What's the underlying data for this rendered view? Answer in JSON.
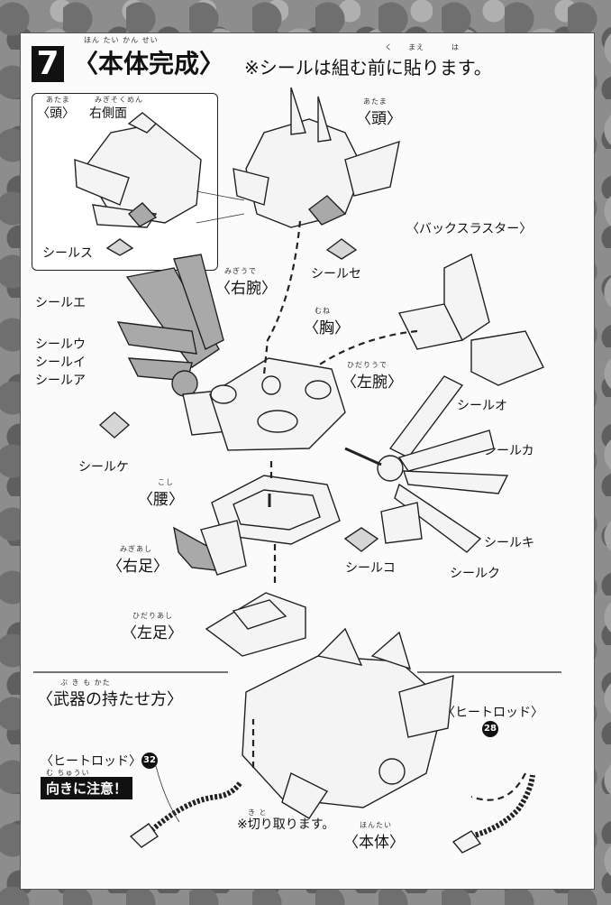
{
  "step": {
    "number": "7",
    "title": "〈本体完成〉",
    "title_furigana": "ほん たい かん せい",
    "note": "※シールは組む前に貼ります。",
    "note_furigana_ku": "く",
    "note_furigana_mae": "まえ",
    "note_furigana_ha": "は"
  },
  "inset": {
    "label_head": "〈頭〉",
    "label_head_furigana": "あたま",
    "label_side": "右側面",
    "label_side_furigana": "みぎそくめん",
    "sticker": "シールス"
  },
  "head": {
    "label": "〈頭〉",
    "furigana": "あたま",
    "sticker": "シールセ"
  },
  "back_thruster": {
    "label": "〈バックスラスター〉"
  },
  "right_arm": {
    "label": "〈右腕〉",
    "furigana": "みぎうで",
    "stickers": [
      "シールエ",
      "シールウ",
      "シールイ",
      "シールア"
    ],
    "sticker_ke": "シールケ"
  },
  "chest": {
    "label": "〈胸〉",
    "furigana": "むね"
  },
  "left_arm": {
    "label": "〈左腕〉",
    "furigana": "ひだりうで",
    "stickers": [
      "シールオ",
      "シールカ",
      "シールキ",
      "シールク"
    ]
  },
  "waist": {
    "label": "〈腰〉",
    "furigana": "こし",
    "sticker": "シールコ"
  },
  "right_leg": {
    "label": "〈右足〉",
    "furigana": "みぎあし"
  },
  "left_leg": {
    "label": "〈左足〉",
    "furigana": "ひだりあし"
  },
  "weapon": {
    "title": "〈武器の持たせ方〉",
    "title_furigana": "ぶ き  も    かた",
    "rod_left": "〈ヒートロッド〉",
    "rod_left_num": "32",
    "warning": "向きに注意！",
    "warning_furigana": "む  ちゅうい",
    "cut_note": "※切り取ります。",
    "cut_furigana": "き  と",
    "rod_right": "〈ヒートロッド〉",
    "rod_right_num": "28",
    "body": "〈本体〉",
    "body_furigana": "ほんたい"
  }
}
